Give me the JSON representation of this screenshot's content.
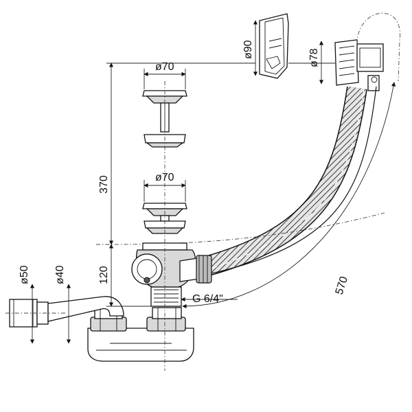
{
  "diagram": {
    "dimensions": {
      "d90": "ø90",
      "d78": "ø78",
      "d70_top": "ø70",
      "d70_mid": "ø70",
      "h370": "370",
      "h120": "120",
      "d50": "ø50",
      "d40": "ø40",
      "thread": "G 6/4\"",
      "len570": "570"
    }
  }
}
